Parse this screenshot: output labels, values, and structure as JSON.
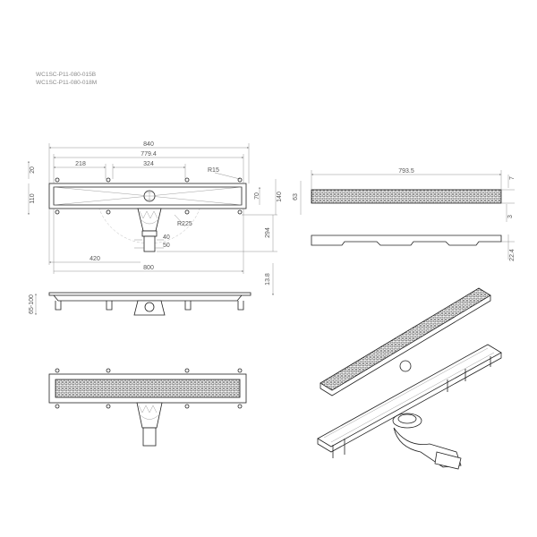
{
  "drawing": {
    "codes": [
      "WC1SC-P11-080-015B",
      "WC1SC-P11-080-018M"
    ],
    "top_view": {
      "dims": {
        "overall": "840",
        "inner": "779.4",
        "first_leg": "218",
        "leg_spacing": "324",
        "radius_small": "R15",
        "height_left": "20",
        "width_left": "110",
        "channel_width": "70",
        "overall_width": "140",
        "drain_depth": "294",
        "drain_offset": "420",
        "length": "800",
        "outlet_inner": "40",
        "outlet_outer": "50",
        "swing_radius": "R225"
      }
    },
    "side_view": {
      "dims": {
        "height_range": "65-100",
        "flange": "13.8"
      }
    },
    "grate_view": {
      "dims": {
        "length": "793.5",
        "width": "63",
        "top": "7",
        "gap": "3",
        "profile": "22.4"
      }
    }
  }
}
